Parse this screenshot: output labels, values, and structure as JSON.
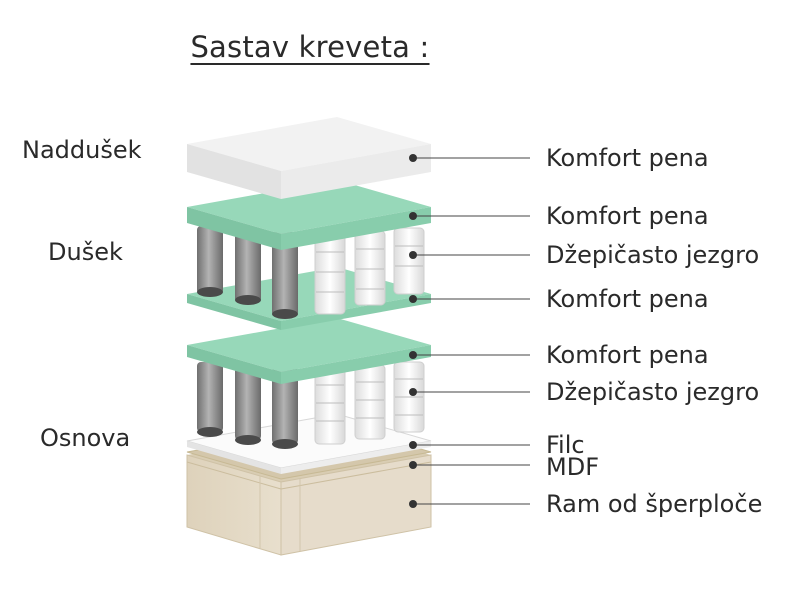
{
  "title": "Sastav kreveta :",
  "sections": {
    "topper": "Naddušek",
    "mattress": "Dušek",
    "base": "Osnova"
  },
  "layers": [
    "Komfort pena",
    "Komfort pena",
    "Džepičasto jezgro",
    "Komfort pena",
    "Komfort pena",
    "Džepičasto jezgro",
    "Filc",
    "MDF",
    "Ram od šperploče"
  ],
  "colors": {
    "foam_white": "#f0f0f0",
    "foam_green": "#8ed1b2",
    "spring_dark": "#8a8a8a",
    "spring_light": "#f4f4f4",
    "felt": "#f6f6f6",
    "plywood": "#e4dac6",
    "leader": "#444444"
  }
}
